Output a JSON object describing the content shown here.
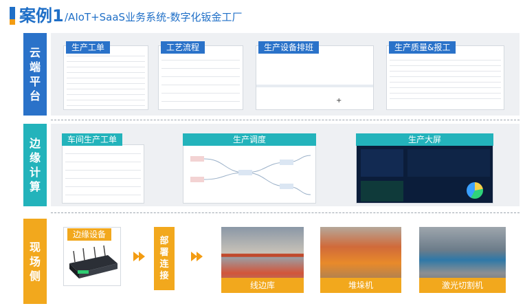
{
  "title": {
    "main": "案例1",
    "sub": "/AIoT+SaaS业务系统-数字化钣金工厂"
  },
  "layers": {
    "cloud": {
      "label_chars": [
        "云",
        "端",
        "平",
        "台"
      ],
      "cards": [
        "生产工单",
        "工艺流程",
        "生产设备排班",
        "生产质量&报工"
      ]
    },
    "edge": {
      "label_chars": [
        "边",
        "缘",
        "计",
        "算"
      ],
      "cards": [
        "车间生产工单",
        "生产调度",
        "生产大屏"
      ]
    },
    "field": {
      "label_chars": [
        "现",
        "场",
        "侧"
      ],
      "device": "边缘设备",
      "deploy_chars": [
        "部",
        "署",
        "连",
        "接"
      ],
      "photos": [
        "线边库",
        "堆垛机",
        "激光切割机"
      ]
    }
  },
  "colors": {
    "cloud": "#2a72c9",
    "edge": "#23b3bb",
    "field": "#f2a81d",
    "title": "#1f6fc7"
  }
}
